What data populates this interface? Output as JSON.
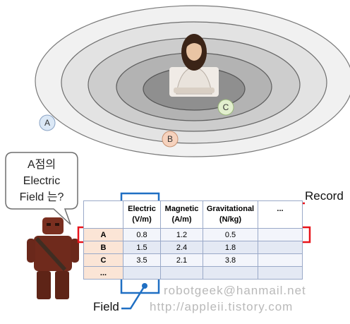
{
  "points": {
    "a": {
      "label": "A",
      "color": "#dbe8f6"
    },
    "b": {
      "label": "B",
      "color": "#f6d2bd"
    },
    "c": {
      "label": "C",
      "color": "#e2efce"
    }
  },
  "speech": {
    "line1": "A점의",
    "line2": "Electric",
    "line3": "Field 는?"
  },
  "table": {
    "headers": [
      {
        "line1": "",
        "line2": ""
      },
      {
        "line1": "Electric",
        "line2": "(V/m)"
      },
      {
        "line1": "Magnetic",
        "line2": "(A/m)"
      },
      {
        "line1": "Gravitational",
        "line2": "(N/kg)"
      },
      {
        "line1": "...",
        "line2": ""
      }
    ],
    "rows": [
      {
        "name": "A",
        "electric": "0.8",
        "magnetic": "1.2",
        "gravitational": "0.5",
        "more": ""
      },
      {
        "name": "B",
        "electric": "1.5",
        "magnetic": "2.4",
        "gravitational": "1.8",
        "more": ""
      },
      {
        "name": "C",
        "electric": "3.5",
        "magnetic": "2.1",
        "gravitational": "3.8",
        "more": ""
      },
      {
        "name": "...",
        "electric": "",
        "magnetic": "",
        "gravitational": "",
        "more": ""
      }
    ]
  },
  "callouts": {
    "record": "Record",
    "field": "Field"
  },
  "watermark": {
    "email": "robotgeek@hanmail.net",
    "url": "http://appleii.tistory.com"
  },
  "colors": {
    "record_box": "#e8141b",
    "field_box": "#1f6fc3"
  }
}
